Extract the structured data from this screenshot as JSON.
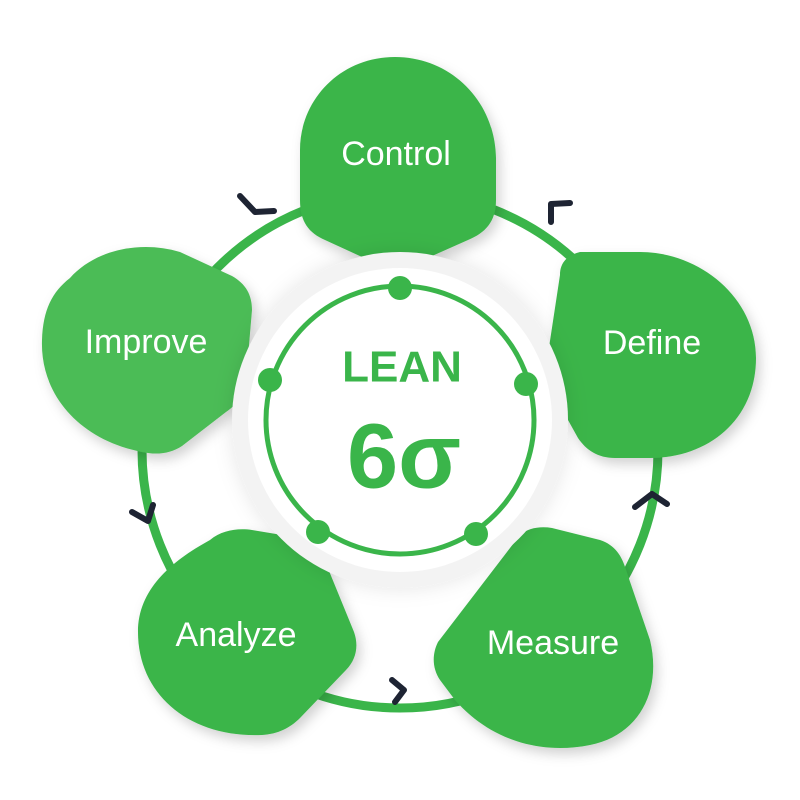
{
  "center": {
    "title": "LEAN",
    "subtitle": "6σ"
  },
  "steps": [
    {
      "label": "Control",
      "color": "#3ab54a"
    },
    {
      "label": "Define",
      "color": "#3ab54a"
    },
    {
      "label": "Measure",
      "color": "#3ab54a"
    },
    {
      "label": "Analyze",
      "color": "#3ab54a"
    },
    {
      "label": "Improve",
      "color": "#4cbc57"
    }
  ],
  "colors": {
    "ring": "#3ab54a",
    "arrow": "#1e2433",
    "center_halo": "#f0f0f0"
  }
}
